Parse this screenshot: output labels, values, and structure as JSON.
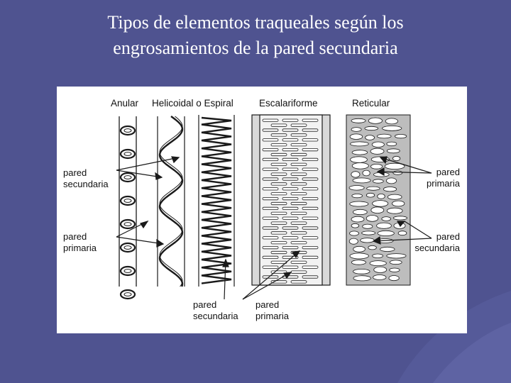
{
  "slide": {
    "title_line1": "Tipos de elementos traqueales según los",
    "title_line2": "engrosamientos de la pared secundaria"
  },
  "figure": {
    "column_headers": {
      "anular": "Anular",
      "helicoidal": "Helicoidal o Espiral",
      "escalariforme": "Escalariforme",
      "reticular": "Reticular"
    },
    "labels": {
      "left_top": {
        "line1": "pared",
        "line2": "secundaria"
      },
      "left_bottom": {
        "line1": "pared",
        "line2": "primaria"
      },
      "right_top": {
        "line1": "pared",
        "line2": "primaria"
      },
      "right_bottom": {
        "line1": "pared",
        "line2": "secundaria"
      },
      "bottom_left": {
        "line1": "pared",
        "line2": "secundaria"
      },
      "bottom_right": {
        "line1": "pared",
        "line2": "primaria"
      }
    },
    "colors": {
      "background": "#4f5390",
      "ink": "#1a1a1a",
      "paper": "#ffffff"
    }
  }
}
